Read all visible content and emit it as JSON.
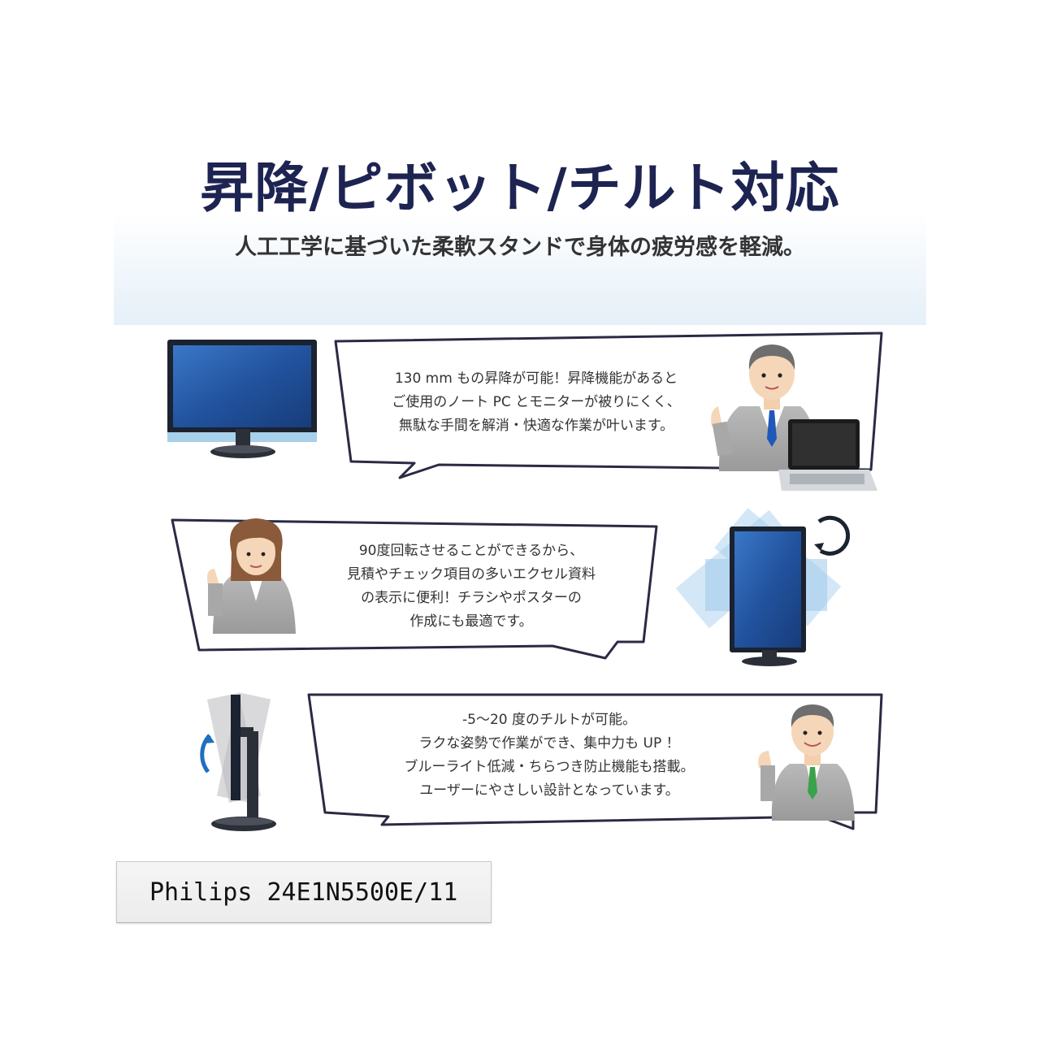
{
  "header": {
    "title": "昇降/ピボット/チルト対応",
    "subtitle": "人工工学に基づいた柔軟スタンドで身体の疲労感を軽減。"
  },
  "sections": [
    {
      "lines": [
        "130 mm もの昇降が可能！昇降機能があると",
        "ご使用のノート PC とモニターが被りにくく、",
        "無駄な手間を解消・快適な作業が叶います。"
      ]
    },
    {
      "lines": [
        "90度回転させることができるから、",
        "見積やチェック項目の多いエクセル資料",
        "の表示に便利！チラシやポスターの",
        "作成にも最適です。"
      ]
    },
    {
      "lines": [
        "-5～20 度のチルトが可能。",
        "ラクな姿勢で作業ができ、集中力も UP ！",
        "ブルーライト低減・ちらつき防止機能も搭載。",
        "ユーザーにやさしい設計となっています。"
      ]
    }
  ],
  "model": {
    "label": "Philips 24E1N5500E/11"
  },
  "colors": {
    "title": "#1d2452",
    "screen": "#2a5aa8",
    "bubble_border": "#2a2a44",
    "accent_blue": "#9cc6e6"
  }
}
